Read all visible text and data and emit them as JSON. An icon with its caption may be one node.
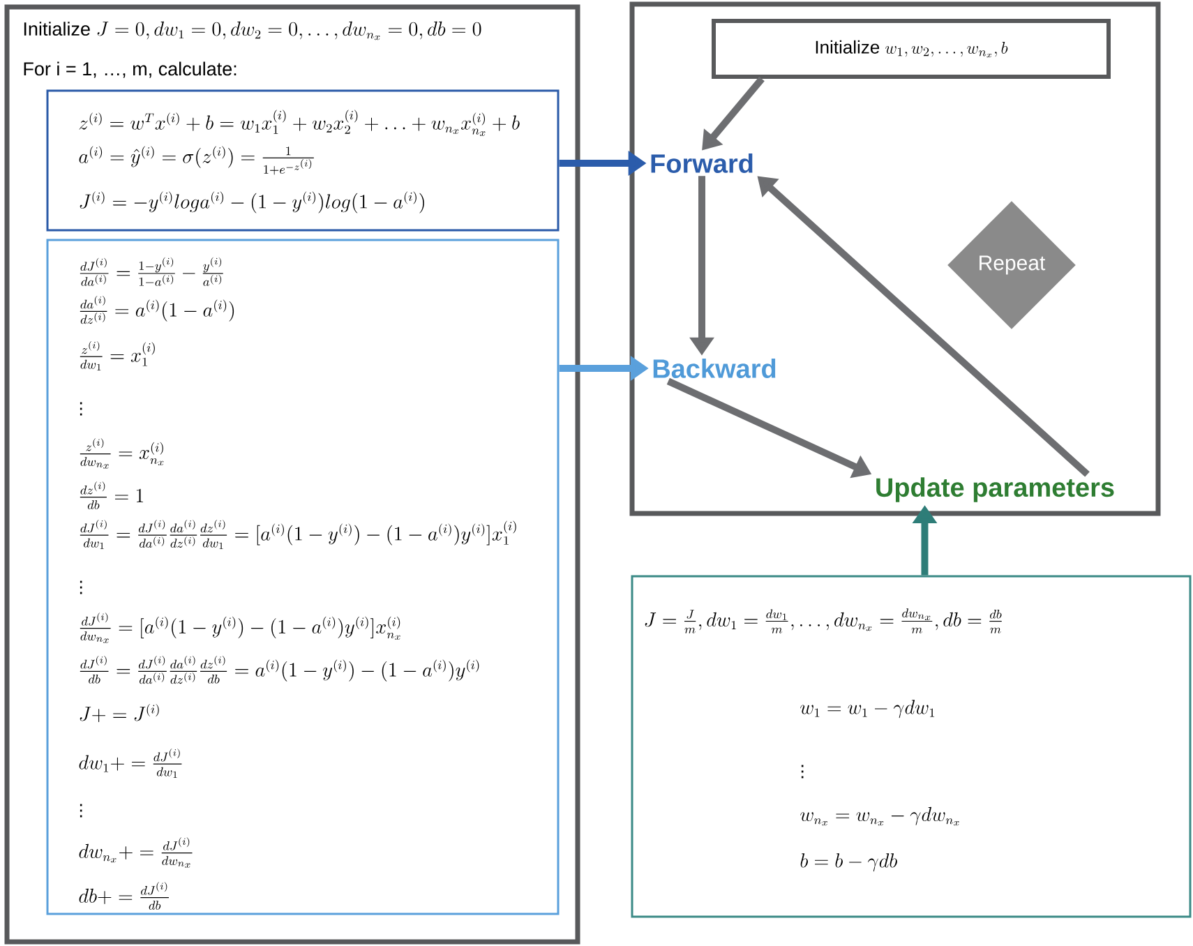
{
  "diagram": {
    "nodes": [
      {
        "text": [
          "\\text{Initialize } J = 0, dw_1 = 0, dw_2 = 0, \\dots, dw_{n_x} = 0, db = 0",
          "For i = 1, …, m, calculate:"
        ]
      },
      {
        "text": [
          "z^{(i)} = w^T x^{(i)} + b = w_1 x_1^{(i)} + w_2 x_2^{(i)} + \\ldots + w_{n_x} x_{n_x}^{(i)} + b",
          "a^{(i)} = \\hat{y}^{(i)} = \\sigma(z^{(i)}) = \\frac{1}{1+e^{-z^{(i)}}}",
          "J^{(i)} = -y^{(i)} log a^{(i)} - (1 - y^{(i)}) log(1 - a^{(i)})"
        ],
        "in": 0
      },
      {
        "text": [
          "\\frac{dJ^{(i)}}{da^{(i)}} = \\frac{1-y^{(i)}}{1-a^{(i)}} - \\frac{y^{(i)}}{a^{(i)}}",
          "\\frac{da^{(i)}}{dz^{(i)}} = a^{(i)}(1 - a^{(i)})",
          "\\frac{z^{(i)}}{dw_1} = x_1^{(i)}",
          "\\vdots",
          "\\frac{z^{(i)}}{dw_{n_x}} = x_{n_x}^{(i)}",
          "\\frac{dz^{(i)}}{db} = 1",
          "\\frac{dJ^{(i)}}{dw_1} = \\frac{dJ^{(i)}}{da^{(i)}} \\frac{da^{(i)}}{dz^{(i)}} \\frac{dz^{(i)}}{dw_1} = [a^{(i)}(1 - y^{(i)}) - (1 - a^{(i)})y^{(i)}]x_1^{(i)}",
          "\\vdots",
          "\\frac{dJ^{(i)}}{dw_{n_x}} = [a^{(i)}(1 - y^{(i)}) - (1 - a^{(i)})y^{(i)}]x_{n_x}^{(i)}",
          "\\frac{dJ^{(i)}}{db} = \\frac{dJ^{(i)}}{da^{(i)}} \\frac{da^{(i)}}{dz^{(i)}} \\frac{dz^{(i)}}{db} = a^{(i)}(1 - y^{(i)}) - (1 - a^{(i)})y^{(i)}",
          "J{+}= J^{(i)}",
          "dw_1{+}= \\frac{dJ^{(i)}}{dw_1}",
          "\\vdots",
          "dw_{n_x}{+}= \\frac{dJ^{(i)}}{dw_{n_x}}",
          "db{+}= \\frac{dJ^{(i)}}{db}"
        ],
        "in": 0
      },
      {
        "text": [],
        "shape": "box"
      },
      {
        "text": [
          "\\text{Initialize } w_1, w_2, \\dots, w_{n_x}, b"
        ],
        "in": 3
      },
      {
        "text": [
          "Forward"
        ],
        "in": 3
      },
      {
        "text": [
          "Backward"
        ],
        "in": 3
      },
      {
        "text": [
          "Update parameters"
        ],
        "in": 3
      },
      {
        "text": [
          "Repeat"
        ],
        "in": 3
      },
      {
        "text": [
          "J = \\frac{J}{m}, dw_1 = \\frac{dw_1}{m}, \\dots, dw_{n_x} = \\frac{dw_{n_x}}{m}, db = \\frac{db}{m}",
          "w_1 = w_1 - \\gamma dw_1",
          "\\vdots",
          "w_{n_x} = w_{n_x} - \\gamma dw_{n_x}",
          "b = b - \\gamma db"
        ]
      }
    ],
    "edges": [
      {
        "from": 1,
        "to": 5,
        "arrow": "to",
        "color": "#2b5cab"
      },
      {
        "from": 2,
        "to": 6,
        "arrow": "to",
        "color": "#5aa0dc"
      },
      {
        "from": 9,
        "to": 7,
        "arrow": "to",
        "color": "#2e7d78"
      },
      {
        "from": 4,
        "to": 5,
        "arrow": "to"
      },
      {
        "from": 5,
        "to": 6,
        "arrow": "to"
      },
      {
        "from": 6,
        "to": 7,
        "arrow": "to"
      },
      {
        "from": 7,
        "to": 5,
        "arrow": "to"
      }
    ]
  }
}
